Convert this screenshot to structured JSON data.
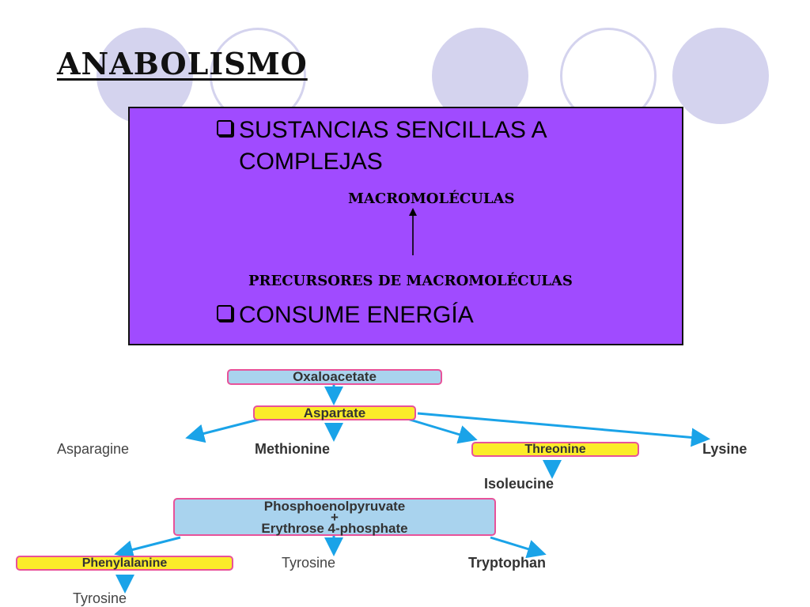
{
  "slide": {
    "title": "ANABOLISMO",
    "box": {
      "bullet1": "SUSTANCIAS SENCILLAS A",
      "bullet1_cont": "COMPLEJAS",
      "top_label": "MACROMOLÉCULAS",
      "bottom_label": "PRECURSORES DE MACROMOLÉCULAS",
      "bullet2": "CONSUME ENERGÍA",
      "color": "#a04bff"
    }
  },
  "diagram": {
    "oxaloacetate": "Oxaloacetate",
    "aspartate": "Aspartate",
    "asparagine": "Asparagine",
    "methionine": "Methionine",
    "threonine": "Threonine",
    "lysine": "Lysine",
    "isoleucine": "Isoleucine",
    "pep_line1": "Phosphoenolpyruvate",
    "pep_plus": "+",
    "pep_line2": "Erythrose 4-phosphate",
    "phenylalanine": "Phenylalanine",
    "tyrosine_mid": "Tyrosine",
    "tryptophan": "Tryptophan",
    "tyrosine_bottom": "Tyrosine",
    "colors": {
      "box_blue": "#a9d3ee",
      "box_yellow": "#fbec29",
      "border_pink": "#e8529a",
      "arrow_blue": "#1aa3e8"
    }
  }
}
